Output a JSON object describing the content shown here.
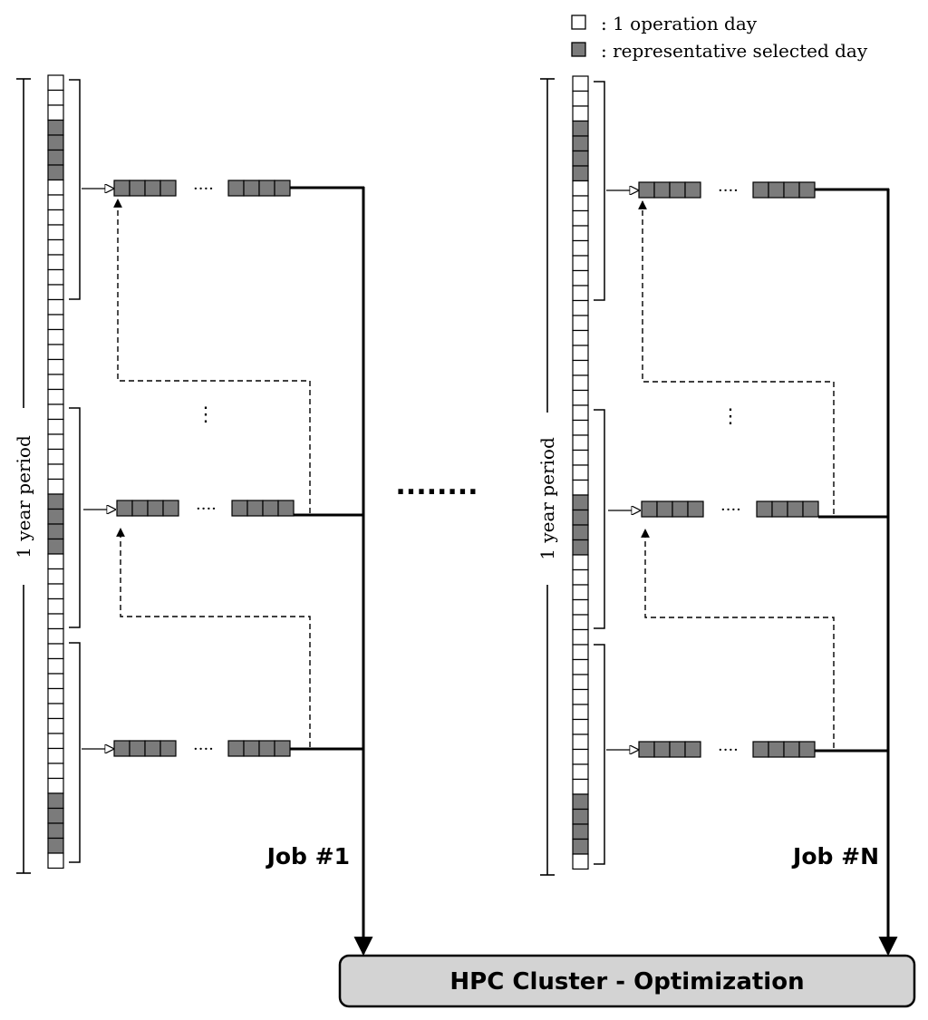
{
  "legend": {
    "empty_label": ": 1 operation day",
    "selected_label": ": representative selected day"
  },
  "period_label": "1 year period",
  "between_jobs_ellipsis": "........",
  "row_ellipsis": "····",
  "col_ellipsis": "⋮",
  "jobs": [
    {
      "label": "Job #1"
    },
    {
      "label": "Job #N"
    }
  ],
  "cluster": {
    "label": "HPC Cluster - Optimization"
  },
  "calendar": {
    "total_days": 53,
    "selected_days": [
      3,
      4,
      5,
      6,
      28,
      29,
      30,
      31,
      48,
      49,
      50,
      51
    ]
  },
  "colors": {
    "selected_fill": "#7b7b7b",
    "empty_fill": "#ffffff",
    "stroke": "#000000",
    "cluster_fill": "#d3d3d3"
  }
}
